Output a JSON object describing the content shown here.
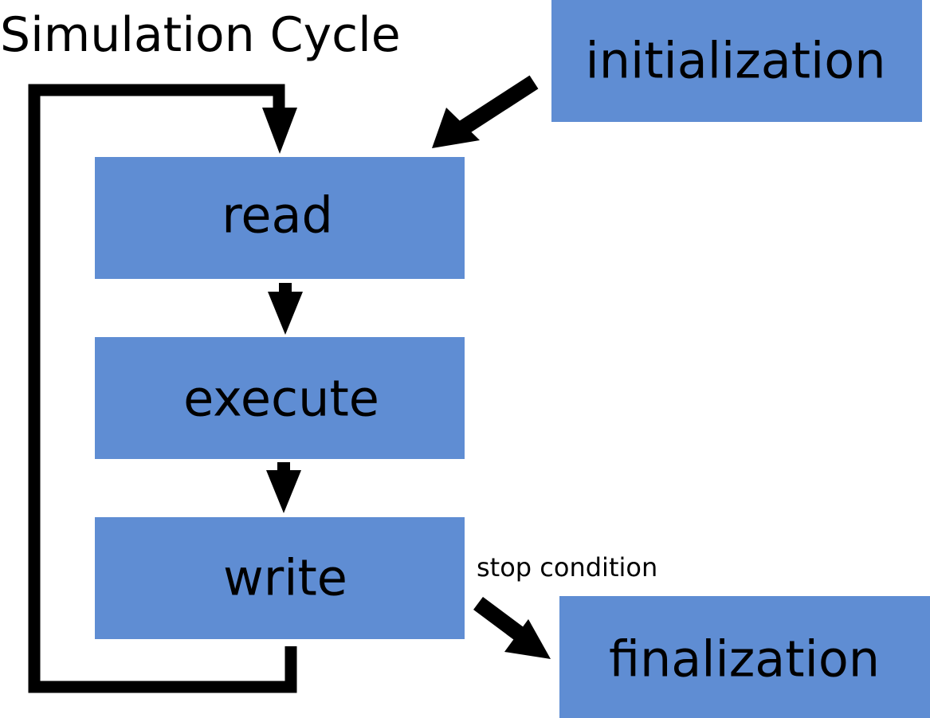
{
  "title": "Simulation Cycle",
  "colors": {
    "box_fill": "#5f8dd3",
    "arrow": "#000000",
    "text": "#000000",
    "background": "#ffffff"
  },
  "nodes": {
    "initialization": "initialization",
    "read": "read",
    "execute": "execute",
    "write": "write",
    "finalization": "finalization"
  },
  "edges": [
    {
      "from": "initialization",
      "to": "read",
      "label": ""
    },
    {
      "from": "read",
      "to": "execute",
      "label": ""
    },
    {
      "from": "execute",
      "to": "write",
      "label": ""
    },
    {
      "from": "write",
      "to": "read",
      "label": ""
    },
    {
      "from": "write",
      "to": "finalization",
      "label": "stop condition"
    }
  ],
  "edge_labels": {
    "stop_condition": "stop condition"
  }
}
